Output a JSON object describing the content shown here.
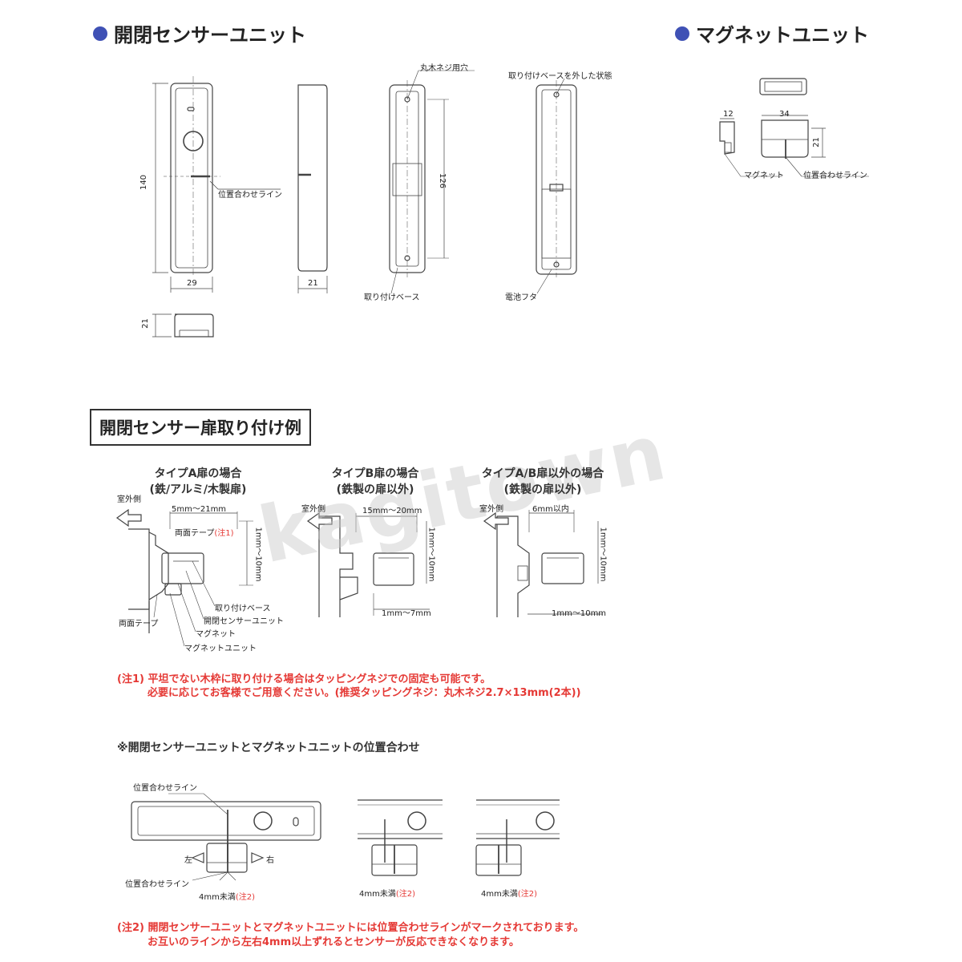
{
  "header": {
    "sensor_title": "開閉センサーユニット",
    "magnet_title": "マグネットユニット"
  },
  "sensor_drawing": {
    "dim_height": "140",
    "dim_width": "29",
    "dim_side_depth": "21",
    "dim_bottom_height": "21",
    "dim_back_length": "126",
    "label_align_line": "位置合わせライン",
    "label_screw_hole": "丸木ネジ用穴",
    "label_base_removed": "取り付けベースを外した状態",
    "label_mount_base": "取り付けベース",
    "label_battery_cover": "電池フタ"
  },
  "magnet_drawing": {
    "dim_12": "12",
    "dim_34": "34",
    "dim_21": "21",
    "label_magnet": "マグネット",
    "label_align_line": "位置合わせライン"
  },
  "install": {
    "title": "開閉センサー扉取り付け例",
    "type_a_title": "タイプA扉の場合",
    "type_a_sub": "(鉄/アルミ/木製扉)",
    "type_b_title": "タイプB扉の場合",
    "type_b_sub": "(鉄製の扉以外)",
    "type_ab_title": "タイプA/B扉以外の場合",
    "type_ab_sub": "(鉄製の扉以外)",
    "outdoor": "室外側",
    "a_gap": "5mm〜21mm",
    "a_tape": "両面テープ",
    "note1_mark": "(注1)",
    "a_vert": "1mm〜10mm",
    "a_base": "取り付けベース",
    "a_sensor": "開閉センサーユニット",
    "a_tape2": "両面テープ",
    "a_magnet": "マグネット",
    "a_magnet_unit": "マグネットユニット",
    "b_gap": "15mm〜20mm",
    "b_vert": "1mm〜10mm",
    "b_bottom": "1mm〜7mm",
    "c_gap": "6mm以内",
    "c_vert": "1mm〜10mm",
    "c_bottom": "1mm〜10mm"
  },
  "note1": {
    "line1": "(注1) 平坦でない木枠に取り付ける場合はタッピングネジでの固定も可能です。",
    "line2": "必要に応じてお客様でご用意ください。(推奨タッピングネジ：丸木ネジ2.7×13mm(2本))"
  },
  "alignment": {
    "title": "※開閉センサーユニットとマグネットユニットの位置合わせ",
    "label_top": "位置合わせライン",
    "label_bottom": "位置合わせライン",
    "left": "左",
    "right": "右",
    "tolerance": "4mm未満",
    "note2_mark": "(注2)"
  },
  "note2": {
    "line1": "(注2) 開閉センサーユニットとマグネットユニットには位置合わせラインがマークされております。",
    "line2": "お互いのラインから左右4mm以上ずれるとセンサーが反応できなくなります。"
  },
  "watermark": "kagitown",
  "colors": {
    "bullet": "#3f51b5",
    "note": "#e53935",
    "line": "#444444"
  }
}
